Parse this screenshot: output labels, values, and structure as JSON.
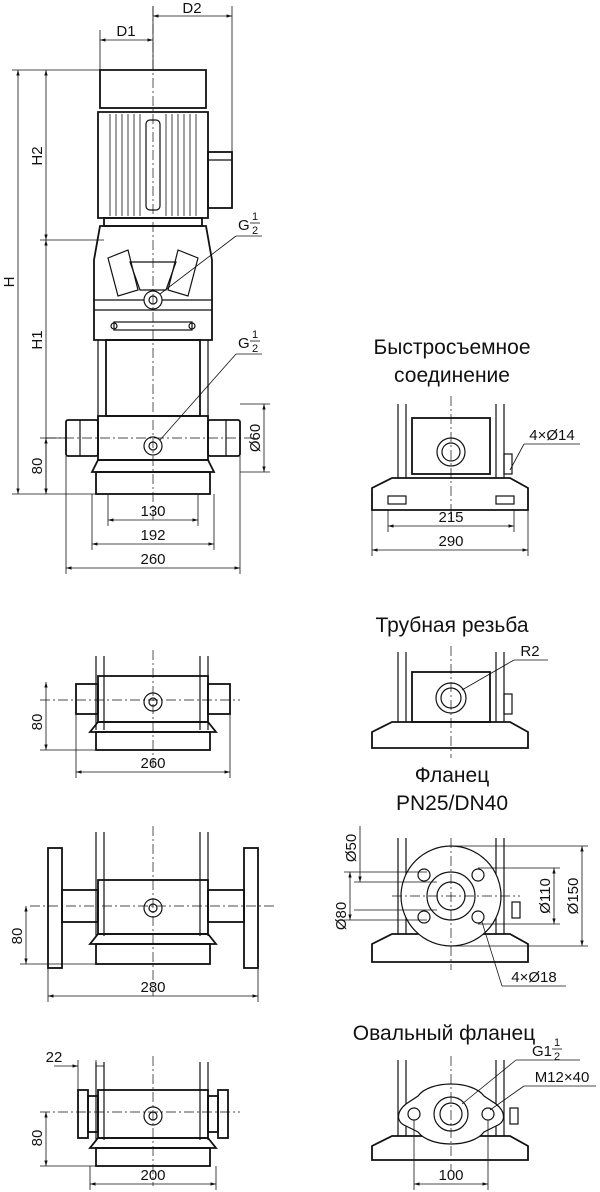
{
  "main_view": {
    "labels": {
      "d1": "D1",
      "d2": "D2",
      "h": "H",
      "h1": "H1",
      "h2": "H2",
      "g_whole": "G",
      "g_frac_num": "1",
      "g_frac_den": "2"
    },
    "dims": {
      "base_height": "80",
      "outlet_dia": "Ø60",
      "w130": "130",
      "w192": "192",
      "w260": "260"
    }
  },
  "quick_connect": {
    "title_line1": "Быстросъемное",
    "title_line2": "соединение",
    "holes": "4×Ø14",
    "w215": "215",
    "w290": "290"
  },
  "pipe_thread": {
    "title": "Трубная резьба",
    "thread": "R2",
    "front_height": "80",
    "front_width": "260"
  },
  "flange": {
    "title_line1": "Фланец",
    "title_line2": "PN25/DN40",
    "d50": "Ø50",
    "d80": "Ø80",
    "d110": "Ø110",
    "d150": "Ø150",
    "holes": "4×Ø18",
    "front_height": "80",
    "front_width": "280"
  },
  "oval_flange": {
    "title": "Овальный фланец",
    "thread_whole": "G1",
    "thread_frac_num": "1",
    "thread_frac_den": "2",
    "bolts": "M12×40",
    "w100": "100",
    "front_height": "80",
    "front_width": "200",
    "w22": "22"
  }
}
